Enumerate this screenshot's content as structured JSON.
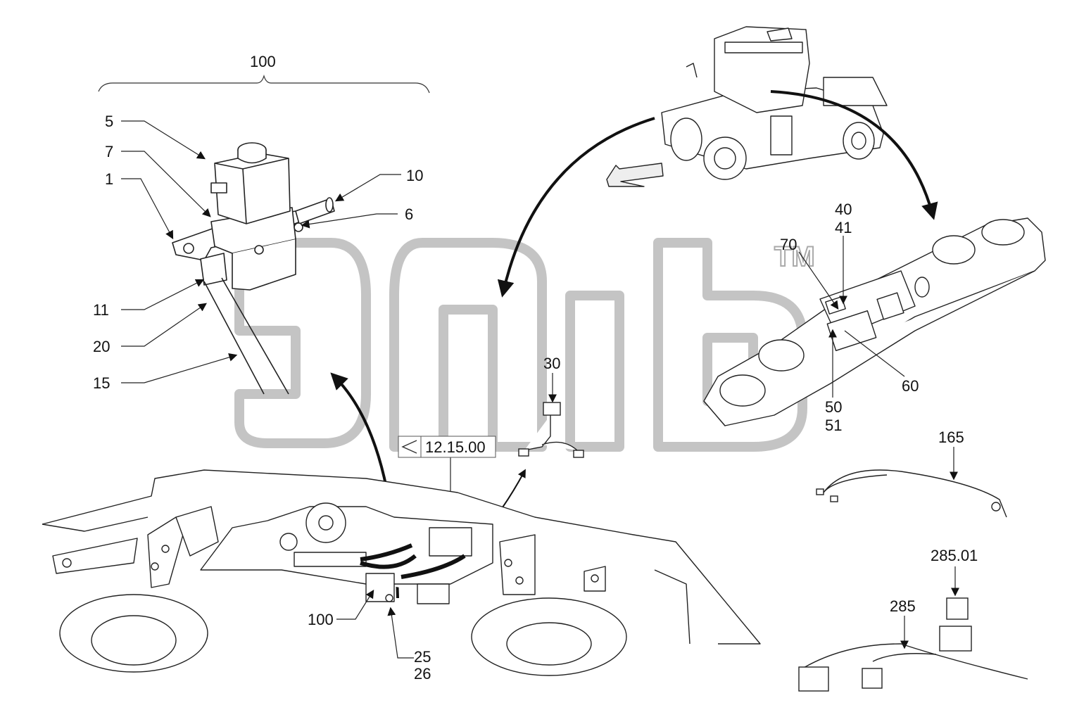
{
  "diagram": {
    "ref_box_label": "12.15.00",
    "watermark_tm": "TM",
    "callouts": {
      "c100_top": "100",
      "c5": "5",
      "c7": "7",
      "c1": "1",
      "c10": "10",
      "c6": "6",
      "c11": "11",
      "c20": "20",
      "c15": "15",
      "c30": "30",
      "c40": "40",
      "c41": "41",
      "c70": "70",
      "c60": "60",
      "c50": "50",
      "c51": "51",
      "c165": "165",
      "c285_01": "285.01",
      "c285": "285",
      "c100_bottom": "100",
      "c25": "25",
      "c26": "26"
    }
  }
}
